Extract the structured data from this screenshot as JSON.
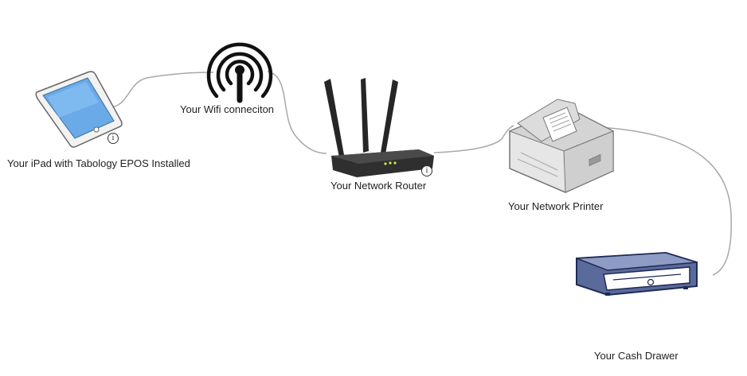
{
  "devices": {
    "ipad": {
      "label": "Your iPad with Tabology EPOS Installed"
    },
    "wifi": {
      "label": "Your Wifi conneciton"
    },
    "router": {
      "label": "Your Network Router"
    },
    "printer": {
      "label": "Your Network Printer"
    },
    "drawer": {
      "label": "Your Cash Drawer"
    }
  },
  "info_icon": {
    "glyph": "i"
  },
  "colors": {
    "connector": "#a8a8a8",
    "ipad_screen": "#6aaae8",
    "router_body": "#2f2f2f",
    "drawer_body": "#5a6a9a"
  }
}
